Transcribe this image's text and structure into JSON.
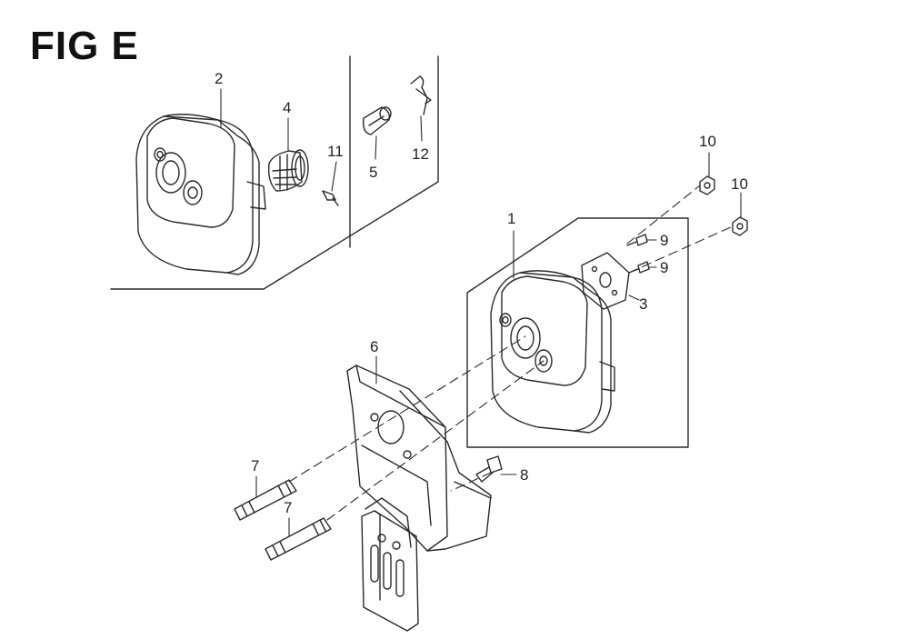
{
  "figure": {
    "title": "FIG E"
  },
  "callouts": {
    "c1": "1",
    "c2": "2",
    "c3": "3",
    "c4": "4",
    "c5": "5",
    "c6": "6",
    "c7a": "7",
    "c7b": "7",
    "c8": "8",
    "c9a": "9",
    "c9b": "9",
    "c10a": "10",
    "c10b": "10",
    "c11": "11",
    "c12": "12"
  },
  "colors": {
    "ink": "#222222",
    "background": "#ffffff"
  }
}
